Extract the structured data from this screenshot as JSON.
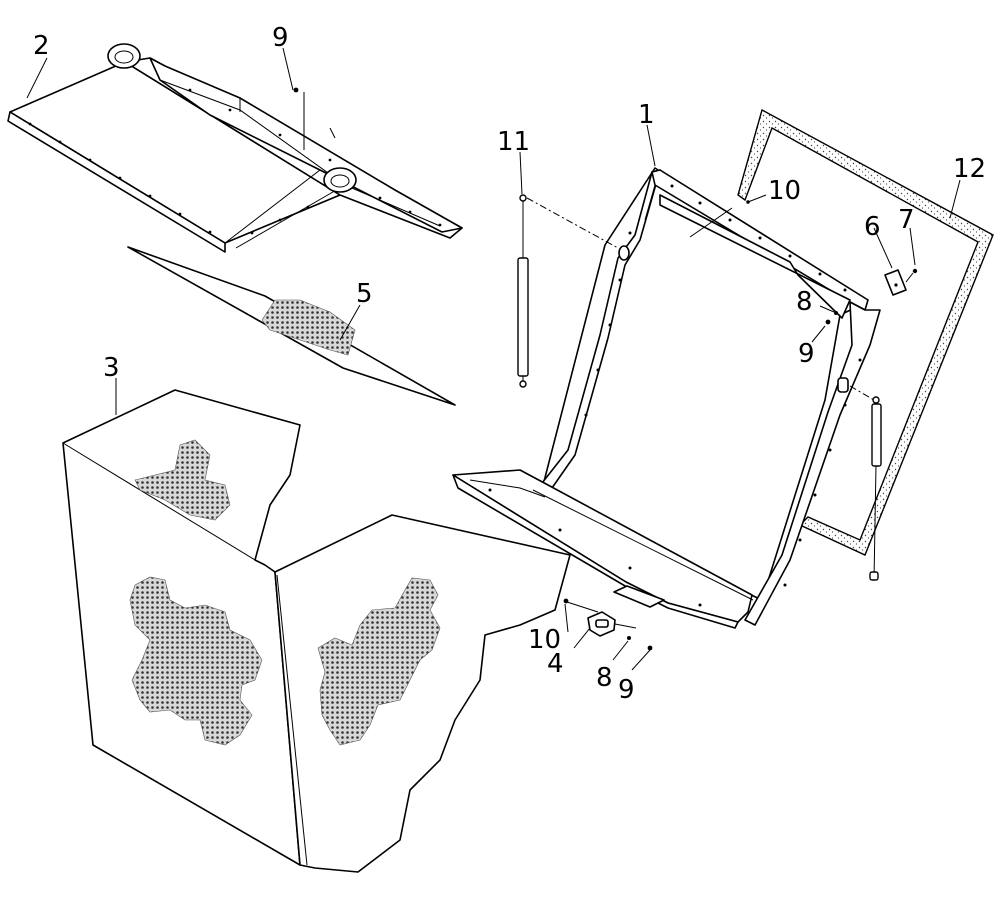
{
  "callouts": {
    "c1": "1",
    "c2": "2",
    "c3": "3",
    "c4": "4",
    "c5": "5",
    "c6": "6",
    "c7": "7",
    "c8a": "8",
    "c8b": "8",
    "c9a": "9",
    "c9b": "9",
    "c9c": "9",
    "c10a": "10",
    "c10b": "10",
    "c11": "11",
    "c12": "12"
  }
}
